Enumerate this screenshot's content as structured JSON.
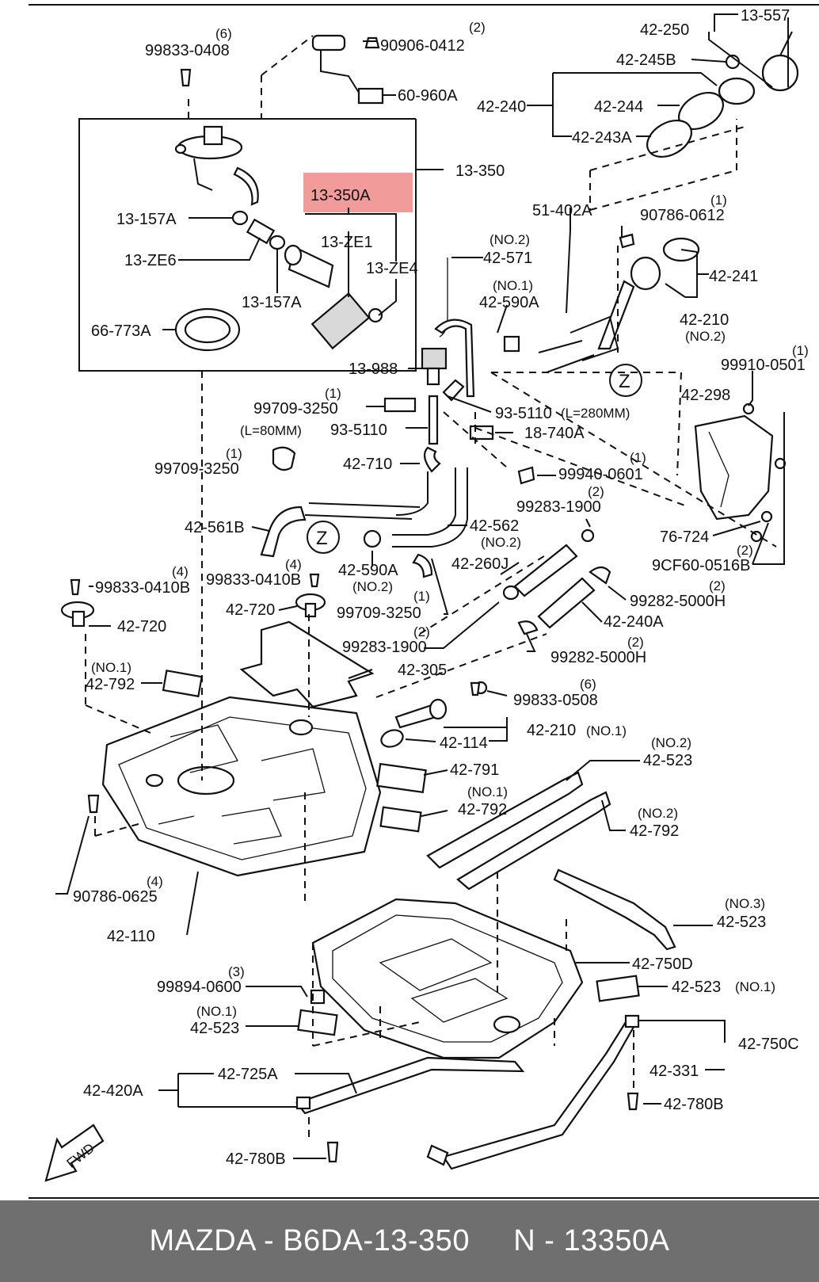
{
  "highlight": {
    "part_number": "13-350A",
    "color": "#f29b9b"
  },
  "footer": {
    "text": "MAZDA - B6DA-13-350     N - 13350A",
    "background": "#6f6f6f"
  },
  "labels": {
    "q6a": "(6)",
    "p99833_0408": "99833-0408",
    "q2a": "(2)",
    "p90906_0412": "90906-0412",
    "p60_960A": "60-960A",
    "p13_350": "13-350",
    "p13_350A": "13-350A",
    "p13_157A_a": "13-157A",
    "p13_ZE1": "13-ZE1",
    "p13_ZE6": "13-ZE6",
    "p13_ZE4": "13-ZE4",
    "p13_157A_b": "13-157A",
    "p66_773A": "66-773A",
    "p42_250": "42-250",
    "p13_557": "13-557",
    "p42_245B": "42-245B",
    "p42_240": "42-240",
    "p42_244": "42-244",
    "p42_243A": "42-243A",
    "p51_402A": "51-402A",
    "q1a": "(1)",
    "p90786_0612": "90786-0612",
    "p42_241": "42-241",
    "p42_210": "42-210",
    "no2a": "(NO.2)",
    "no2b": "(NO.2)",
    "p42_571": "42-571",
    "no1a": "(NO.1)",
    "p42_590A_a": "42-590A",
    "p13_988": "13-988",
    "zA": "Z",
    "q1b": "(1)",
    "p99910_0501": "99910-0501",
    "p42_298": "42-298",
    "q1c": "(1)",
    "p99709_3250_a": "99709-3250",
    "p93_5110_a": "93-5110",
    "len280": "(L=280MM)",
    "len80": "(L=80MM)",
    "p93_5110_b": "93-5110",
    "p18_740A": "18-740A",
    "q1d": "(1)",
    "p99709_3250_b": "99709-3250",
    "p42_710": "42-710",
    "q1e": "(1)",
    "p99940_0601": "99940-0601",
    "q2b": "(2)",
    "p99283_1900_a": "99283-1900",
    "p42_561B": "42-561B",
    "p42_562": "42-562",
    "no2c": "(NO.2)",
    "zB": "Z",
    "p76_724": "76-724",
    "q2c": "(2)",
    "p9CF60_0516B": "9CF60-0516B",
    "p42_590A_b": "42-590A",
    "no2d": "(NO.2)",
    "p42_260J": "42-260J",
    "q4a": "(4)",
    "p99833_0410B_a": "99833-0410B",
    "q4b": "(4)",
    "p99833_0410B_b": "99833-0410B",
    "p42_720_a": "42-720",
    "p42_720_b": "42-720",
    "q1f": "(1)",
    "p99709_3250_c": "99709-3250",
    "q2d": "(2)",
    "p99282_5000H_a": "99282-5000H",
    "p42_240A": "42-240A",
    "q2e": "(2)",
    "p99283_1900_b": "99283-1900",
    "q2f": "(2)",
    "p99282_5000H_b": "99282-5000H",
    "no1b": "(NO.1)",
    "p42_792_a": "42-792",
    "p42_305": "42-305",
    "q6b": "(6)",
    "p99833_0508": "99833-0508",
    "p42_210b": "42-210",
    "no1c": "(NO.1)",
    "p42_114": "42-114",
    "no2e": "(NO.2)",
    "p42_523_a": "42-523",
    "p42_791": "42-791",
    "no1d": "(NO.1)",
    "p42_792_b": "42-792",
    "no2f": "(NO.2)",
    "p42_792_c": "42-792",
    "q4c": "(4)",
    "p90786_0625": "90786-0625",
    "p42_110": "42-110",
    "no3": "(NO.3)",
    "p42_523_b": "42-523",
    "p42_750D": "42-750D",
    "q3": "(3)",
    "p99894_0600": "99894-0600",
    "p42_523_c": "42-523",
    "no1e": "(NO.1)",
    "no1f": "(NO.1)",
    "p42_523_d": "42-523",
    "p42_750C": "42-750C",
    "p42_331": "42-331",
    "p42_420A": "42-420A",
    "p42_725A": "42-725A",
    "p42_780B_a": "42-780B",
    "p42_780B_b": "42-780B",
    "fwd": "FWD"
  }
}
